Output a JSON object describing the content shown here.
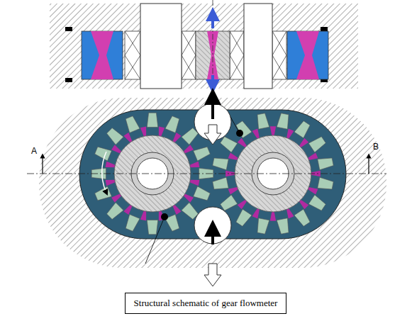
{
  "diagram": {
    "caption": "Structural schematic of gear flowmeter",
    "labels": [
      "A",
      "B"
    ]
  }
}
